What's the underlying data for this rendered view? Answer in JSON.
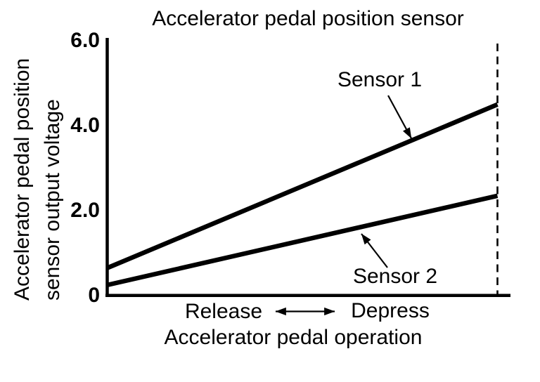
{
  "title": "Accelerator pedal position sensor",
  "y_axis": {
    "label_line1": "Accelerator pedal position",
    "label_line2": "sensor output voltage"
  },
  "x_axis": {
    "label": "Accelerator pedal operation",
    "left_label": "Release",
    "right_label": "Depress"
  },
  "annotations": {
    "sensor1": "Sensor 1",
    "sensor2": "Sensor 2"
  },
  "colors": {
    "line": "#000000",
    "background": "#ffffff"
  },
  "chart_data": {
    "type": "line",
    "title": "Accelerator pedal position sensor",
    "xlabel": "Accelerator pedal operation",
    "ylabel": "Accelerator pedal position sensor output voltage",
    "x_range_labels": [
      "Release",
      "Depress"
    ],
    "x": [
      0,
      1
    ],
    "ylim": [
      0,
      6.0
    ],
    "yticks": [
      {
        "v": 6.0,
        "label": "6.0"
      },
      {
        "v": 4.0,
        "label": "4.0"
      },
      {
        "v": 2.0,
        "label": "2.0"
      },
      {
        "v": 0,
        "label": "0"
      }
    ],
    "series": [
      {
        "name": "Sensor 1",
        "values": [
          0.65,
          4.5
        ]
      },
      {
        "name": "Sensor 2",
        "values": [
          0.25,
          2.35
        ]
      }
    ],
    "depress_end_guide": "dashed-vertical-line",
    "grid": false,
    "legend_position": "inline-annotations",
    "line_color": "#000000"
  }
}
